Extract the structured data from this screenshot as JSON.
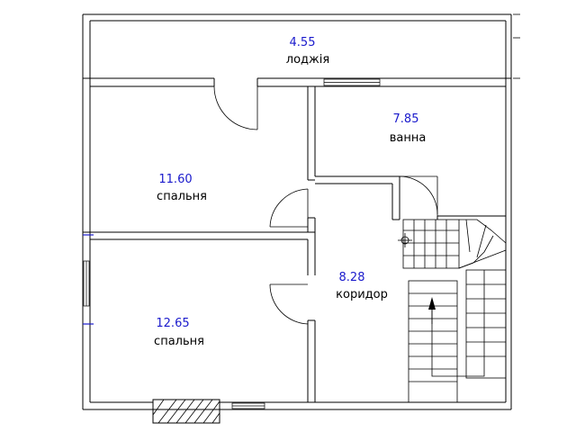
{
  "rooms": {
    "loggia": {
      "area": "4.55",
      "name": "лоджія"
    },
    "bathroom": {
      "area": "7.85",
      "name": "ванна"
    },
    "bedroom1": {
      "area": "11.60",
      "name": "спальня"
    },
    "corridor": {
      "area": "8.28",
      "name": "коридор"
    },
    "bedroom2": {
      "area": "12.65",
      "name": "спальня"
    }
  },
  "colors": {
    "area_label": "#1a1acc",
    "lines": "#000000"
  }
}
